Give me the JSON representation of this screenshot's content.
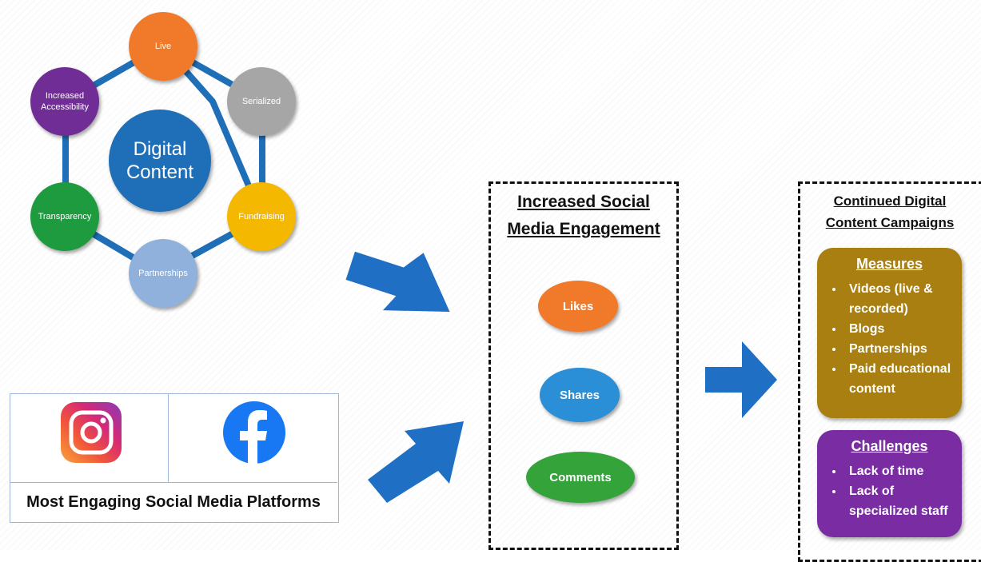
{
  "hub": {
    "center": "Digital\nContent",
    "center_line1": "Digital",
    "center_line2": "Content",
    "nodes": [
      {
        "label": "Live",
        "color": "#f07a2a"
      },
      {
        "label": "Serialized",
        "color": "#a6a6a6"
      },
      {
        "label": "Fundraising",
        "color": "#f5b800"
      },
      {
        "label": "Partnerships",
        "color": "#8fb1dc"
      },
      {
        "label": "Transparency",
        "color": "#1e9b3e"
      },
      {
        "label": "Increased Accessibility",
        "color": "#6f2d95"
      }
    ],
    "ring_color": "#1f6fb8"
  },
  "platforms": {
    "caption": "Most Engaging Social Media Platforms",
    "icons": [
      "instagram-icon",
      "facebook-icon"
    ]
  },
  "engagement": {
    "title_line1": "Increased Social",
    "title_line2": "Media Engagement",
    "items": [
      {
        "label": "Likes",
        "color": "#f07a2a"
      },
      {
        "label": "Shares",
        "color": "#2a8fd6"
      },
      {
        "label": "Comments",
        "color": "#33a33a"
      }
    ]
  },
  "campaigns": {
    "title_line1": "Continued Digital",
    "title_line2": "Content Campaigns",
    "measures": {
      "title": "Measures",
      "color": "#a87f10",
      "items": [
        "Videos (live & recorded)",
        "Blogs",
        "Partnerships",
        "Paid educational content"
      ]
    },
    "challenges": {
      "title": "Challenges",
      "color": "#7a2ca3",
      "items": [
        "Lack of time",
        "Lack of specialized staff"
      ]
    }
  },
  "arrow_color": "#1f6fc4"
}
